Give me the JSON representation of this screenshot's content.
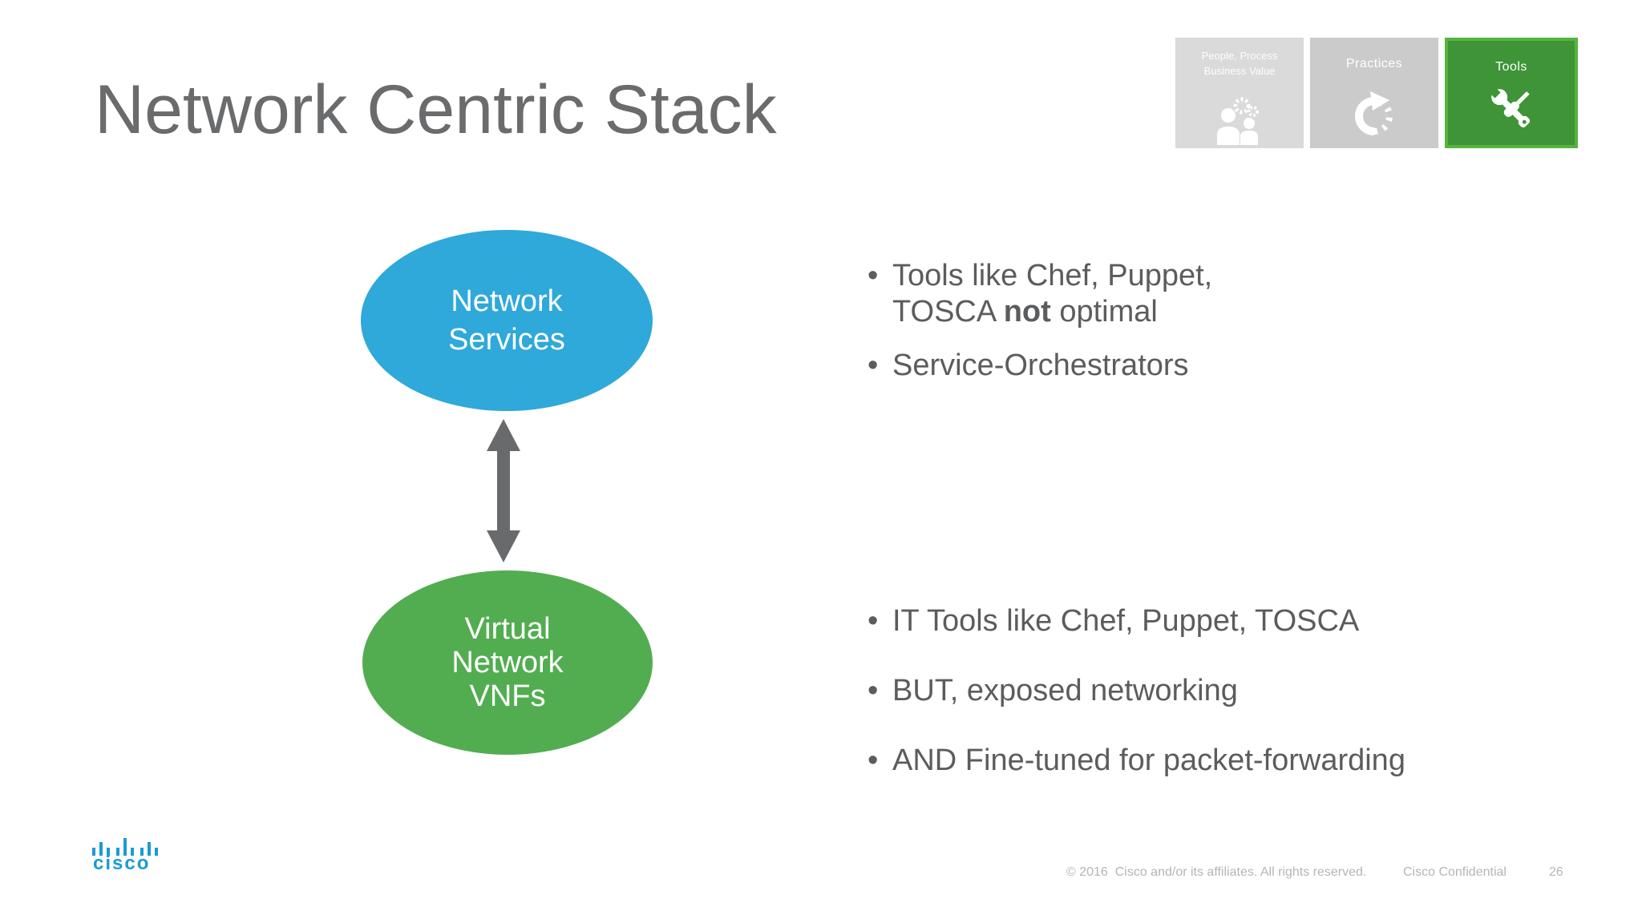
{
  "title": "Network Centric Stack",
  "tabs": {
    "people_process": {
      "line1": "People, Process",
      "line2": "Business Value"
    },
    "practices": {
      "label": "Practices"
    },
    "tools": {
      "label": "Tools"
    }
  },
  "diagram": {
    "network_services": {
      "line1": "Network",
      "line2": "Services",
      "color": "#2fa8da"
    },
    "virtual_network": {
      "line1": "Virtual",
      "line2": "Network",
      "line3": "VNFs",
      "color": "#52ad51"
    },
    "arrow_color": "#696a6c"
  },
  "bullets_top": {
    "bullet_char": "•",
    "item1_line1": "Tools like Chef, Puppet,",
    "item1_line2_pre": "TOSCA ",
    "item1_line2_bold": "not",
    "item1_line2_post": " optimal",
    "item2": "Service-Orchestrators"
  },
  "bullets_bottom": {
    "bullet_char": "•",
    "item1": "IT Tools like Chef, Puppet, TOSCA",
    "item2": "BUT, exposed networking",
    "item3": "AND Fine-tuned for packet-forwarding"
  },
  "footer": {
    "copyright": "© 2016  Cisco and/or its affiliates. All rights reserved.",
    "confidential": "Cisco Confidential",
    "page_number": "26",
    "brand": "cisco"
  },
  "colors": {
    "title_gray": "#6a6b6d",
    "body_gray": "#5b5c5e",
    "node_blue": "#2fa8da",
    "node_green": "#52ad51",
    "tools_tab_green": "#3e9437",
    "tools_tab_border": "#55b43e",
    "tab_gray_light": "#dadada",
    "tab_gray": "#cbcbcb",
    "cisco_blue": "#1c9ad6",
    "footer_gray": "#b4b5b7"
  }
}
